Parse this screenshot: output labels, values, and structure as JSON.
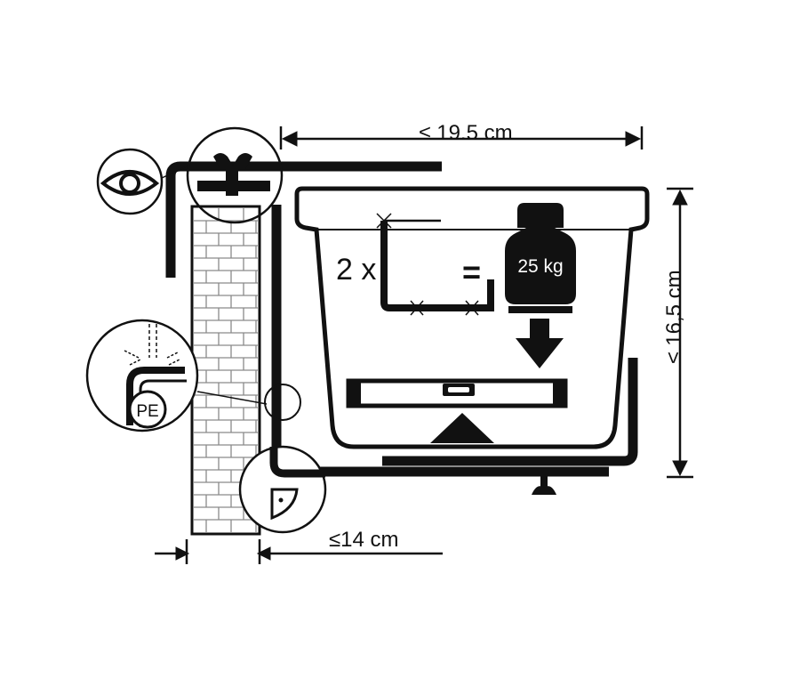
{
  "labels": {
    "width_max": "≤ 19.5 cm",
    "height_max": "≤ 16,5 cm",
    "depth_max": "≤14 cm",
    "multiplier": "2 x",
    "equals": "=",
    "weight": "25 kg",
    "material": "PE"
  },
  "icons": {
    "inspect": "eye-icon",
    "material": "pe-profile-icon",
    "corner": "corner-bracket-icon",
    "load": "weight-icon"
  },
  "colors": {
    "ink": "#111111",
    "background": "#ffffff",
    "brick": "#8a8a8a"
  }
}
